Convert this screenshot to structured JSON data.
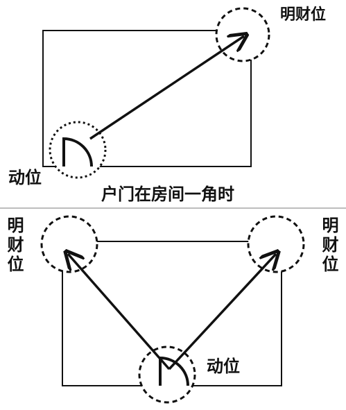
{
  "diagram_top": {
    "wealth_label": "明财位",
    "active_label": "动位",
    "caption": "户门在房间一角时"
  },
  "diagram_bottom": {
    "wealth_label_left": "明财位",
    "wealth_label_right": "明财位",
    "active_label": "动位"
  },
  "colors": {
    "line": "#111111",
    "background": "#ffffff",
    "divider": "#bdbdbd"
  }
}
